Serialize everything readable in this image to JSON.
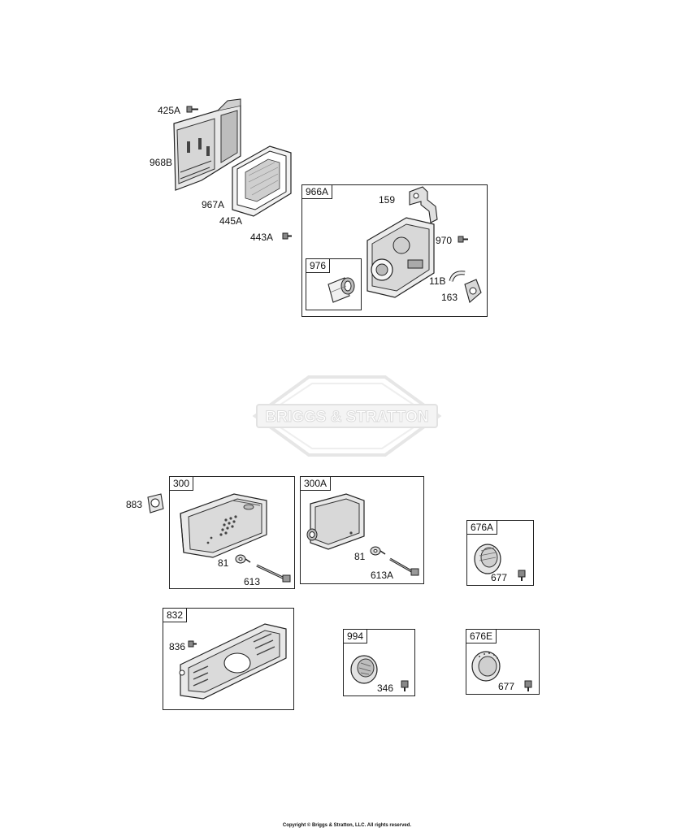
{
  "watermark": {
    "brand_text": "BRIGGS & STRATTON"
  },
  "labels": {
    "p425A": "425A",
    "p968B": "968B",
    "p967A": "967A",
    "p445A": "445A",
    "p443A": "443A",
    "p159": "159",
    "p970": "970",
    "p11B": "11B",
    "p163": "163",
    "p883": "883",
    "p81a": "81",
    "p613": "613",
    "p81b": "81",
    "p613A": "613A",
    "p677a": "677",
    "p836": "836",
    "p346": "346",
    "p677b": "677"
  },
  "boxes": {
    "b966A": "966A",
    "b976": "976",
    "b300": "300",
    "b300A": "300A",
    "b676A": "676A",
    "b832": "832",
    "b994": "994",
    "b676E": "676E"
  },
  "footer": {
    "copyright": "Copyright © Briggs & Stratton, LLC. All rights reserved."
  }
}
